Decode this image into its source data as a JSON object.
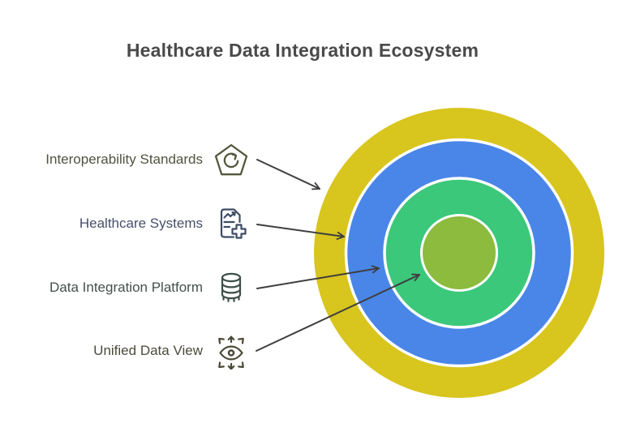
{
  "title": "Healthcare Data Integration Ecosystem",
  "title_color": "#4a4a4a",
  "items": [
    {
      "label": "Interoperability Standards",
      "icon": "pentagon-refresh-icon",
      "icon_color": "#55573d",
      "label_color": "#50523f"
    },
    {
      "label": "Healthcare Systems",
      "icon": "medical-report-plus-icon",
      "icon_color": "#3d4b63",
      "label_color": "#47506a"
    },
    {
      "label": "Data Integration Platform",
      "icon": "database-icon",
      "icon_color": "#3d4f49",
      "label_color": "#42514b"
    },
    {
      "label": "Unified Data View",
      "icon": "eye-expand-icon",
      "icon_color": "#4a4936",
      "label_color": "#4b4a3a"
    }
  ],
  "diagram": {
    "type": "concentric-rings",
    "arrow_color": "#3f3f3f",
    "ring_gap_color": "#ffffff",
    "rings": [
      {
        "level": 1,
        "label": "Interoperability Standards",
        "color": "#d8c51e"
      },
      {
        "level": 2,
        "label": "Healthcare Systems",
        "color": "#4a86e8"
      },
      {
        "level": 3,
        "label": "Data Integration Platform",
        "color": "#3bc87b"
      },
      {
        "level": 4,
        "label": "Unified Data View",
        "color": "#8cbb3e"
      }
    ]
  }
}
